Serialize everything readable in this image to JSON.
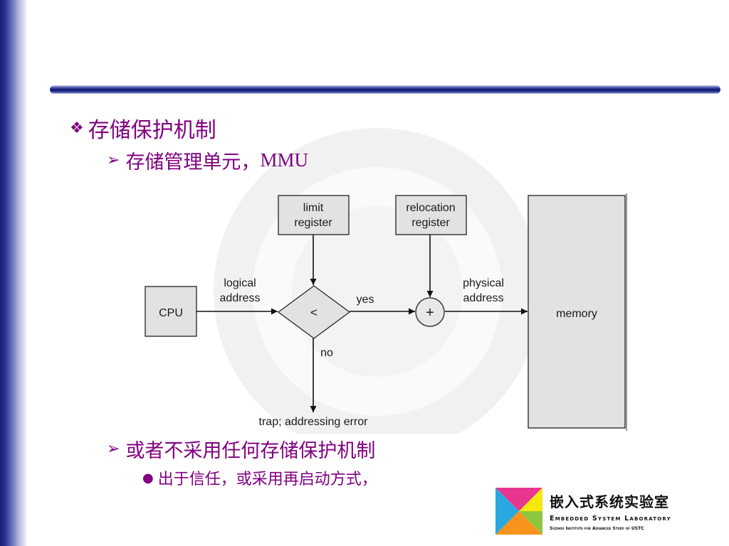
{
  "bullets": {
    "main": "存储保护机制",
    "sub1_cn": "存储管理单元，",
    "sub1_latin": "MMU",
    "sub2": "或者不采用任何存储保护机制",
    "sub3": "出于信任，或采用再启动方式，"
  },
  "diagram": {
    "cpu": "CPU",
    "limit_line1": "limit",
    "limit_line2": "register",
    "reloc_line1": "relocation",
    "reloc_line2": "register",
    "compare_symbol": "<",
    "adder_symbol": "+",
    "logical_line1": "logical",
    "logical_line2": "address",
    "yes": "yes",
    "no": "no",
    "physical_line1": "physical",
    "physical_line2": "address",
    "memory": "memory",
    "trap": "trap; addressing error"
  },
  "logo": {
    "name_cn": "嵌入式系统实验室",
    "name_en": "Embedded System Laboratory",
    "institute": "Suzhou Institute for Advanced Study of USTC"
  },
  "colors": {
    "bullet_text": "#800080",
    "box_fill": "#e2e2e2",
    "rule_dark": "#0d1669"
  }
}
